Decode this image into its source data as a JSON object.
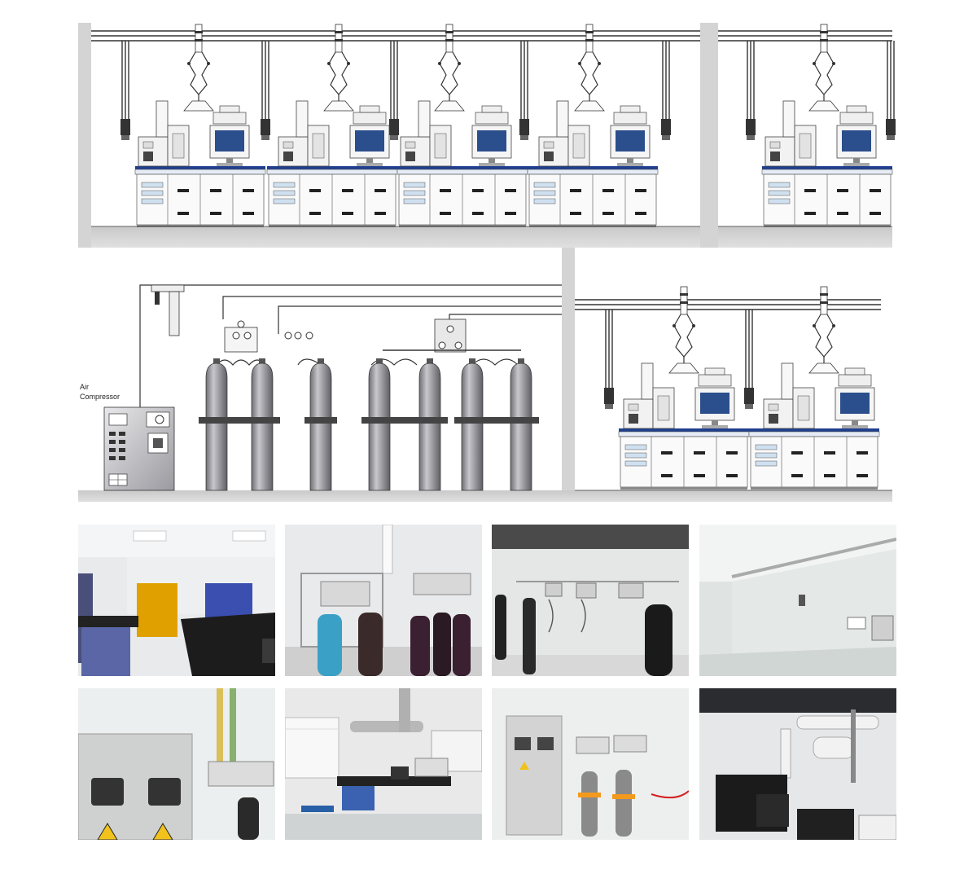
{
  "diagram": {
    "labels": {
      "air_compressor_line1": "Air",
      "air_compressor_line2": "Compressor"
    },
    "colors": {
      "wall": "#d9d9d9",
      "pipe": "#333333",
      "cylinder": "#9a9aa0",
      "cabinet_top": "#1f3f8f",
      "screen": "#2b4e8c"
    }
  },
  "photos": [
    {
      "id": "lab-benches-yellow-cabinets"
    },
    {
      "id": "gas-manifold-cylinders-room"
    },
    {
      "id": "wall-mounted-gas-panels"
    },
    {
      "id": "corridor-gas-terminals"
    },
    {
      "id": "gas-cylinder-cabinet"
    },
    {
      "id": "lab-exhaust-duct-bench"
    },
    {
      "id": "cylinder-cabinet-orange-straps"
    },
    {
      "id": "instrument-room-exhaust-ducts"
    }
  ]
}
